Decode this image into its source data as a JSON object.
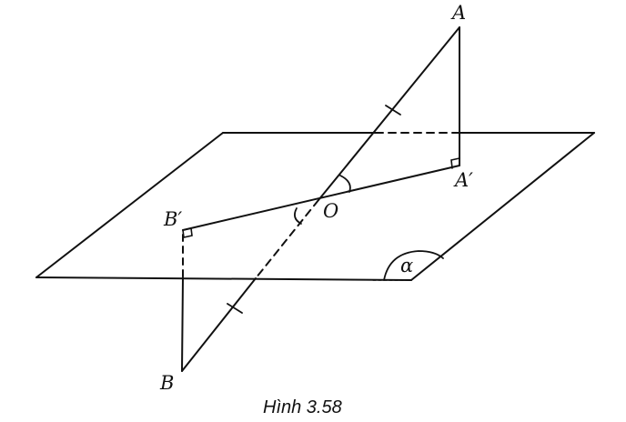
{
  "figure": {
    "caption": "Hình 3.58",
    "labels": {
      "A": "A",
      "A_prime": "A′",
      "B": "B",
      "B_prime": "B′",
      "O": "O",
      "plane": "α"
    },
    "colors": {
      "stroke": "#111111",
      "background": "#ffffff"
    }
  }
}
